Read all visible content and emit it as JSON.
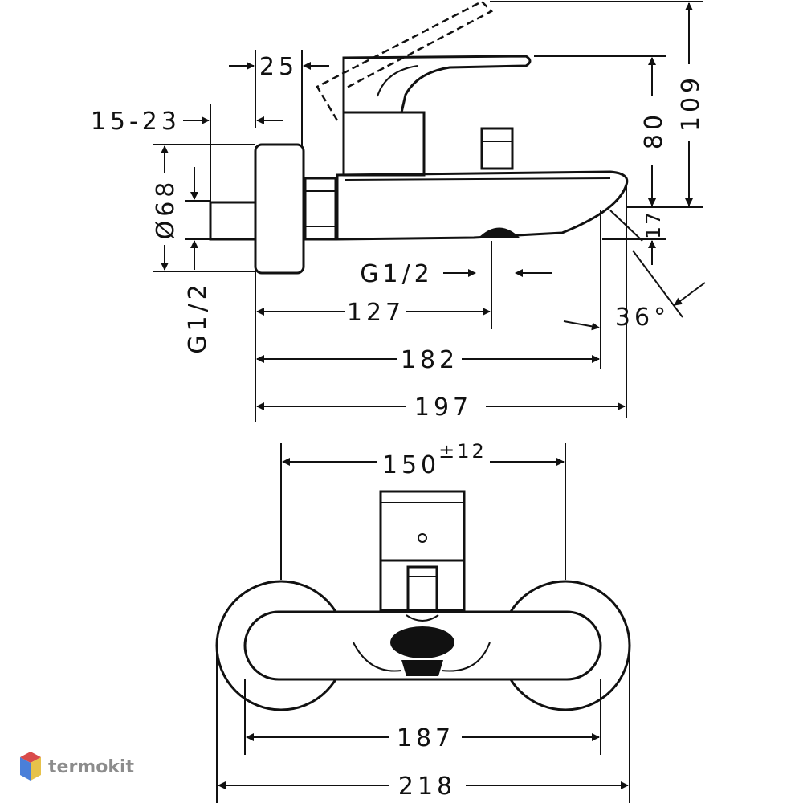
{
  "side_view": {
    "dims": {
      "d25": "25",
      "d15_23": "15-23",
      "dia68": "Ø68",
      "g12_v": "G1/2",
      "g12_h": "G1/2",
      "d127": "127",
      "d182": "182",
      "d197": "197",
      "d80": "80",
      "d109": "109",
      "d17": "17",
      "angle36": "36°"
    }
  },
  "front_view": {
    "dims": {
      "d150": "150",
      "tol": "±12",
      "d187": "187",
      "d218": "218"
    }
  },
  "watermark": {
    "text": "termokit",
    "colors": [
      "#d94a4a",
      "#4a7fd9",
      "#e7c24a"
    ]
  }
}
